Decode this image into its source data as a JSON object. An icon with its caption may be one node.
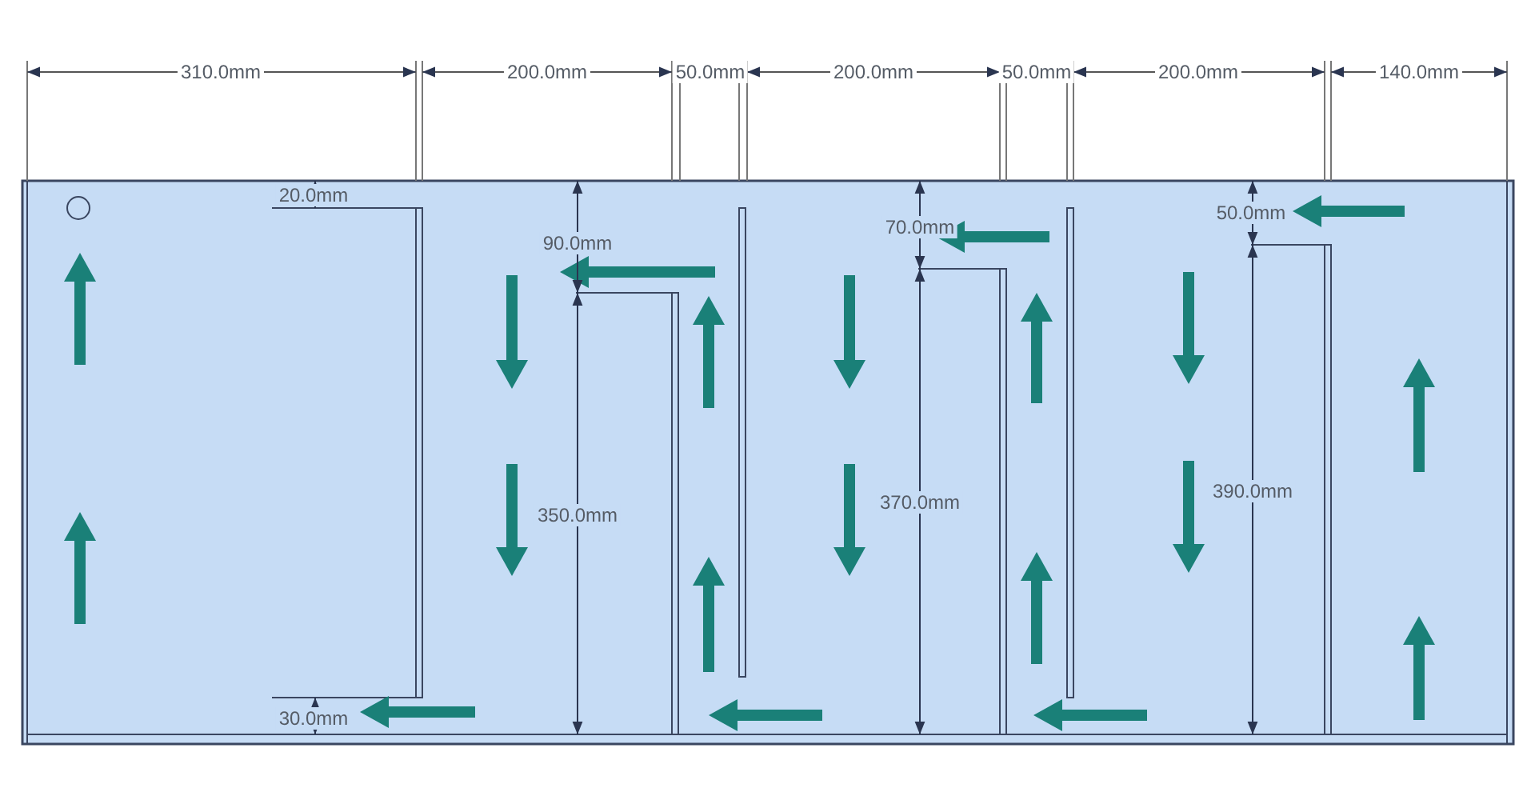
{
  "diagram": {
    "labels": [
      "310.0mm",
      "200.0mm",
      "50.0mm",
      "200.0mm",
      "50.0mm",
      "200.0mm",
      "140.0mm",
      "20.0mm",
      "90.0mm",
      "70.0mm",
      "50.0mm",
      "350.0mm",
      "370.0mm",
      "390.0mm",
      "30.0mm"
    ]
  }
}
